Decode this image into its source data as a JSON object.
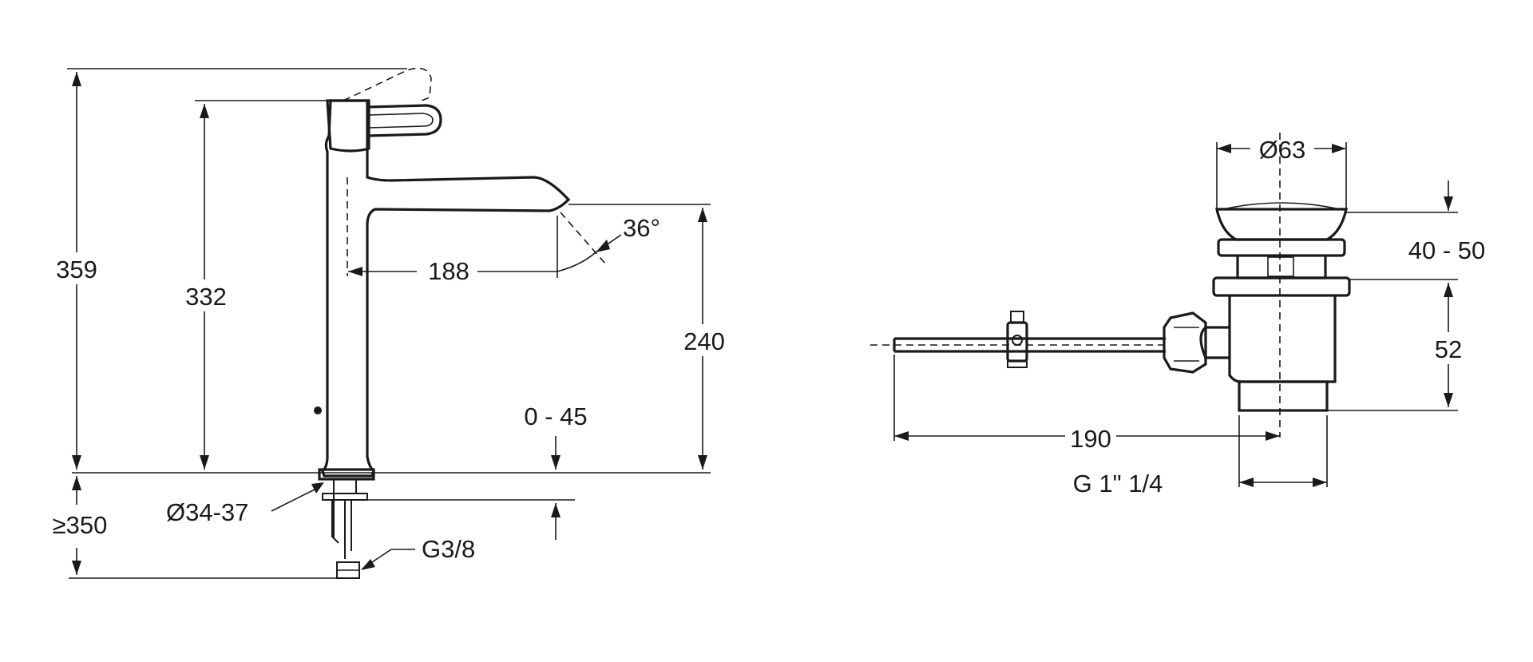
{
  "faucet": {
    "height_total": "359",
    "height_body": "332",
    "spout_reach": "188",
    "spout_angle": "36°",
    "spout_outlet_height": "240",
    "deck_thickness": "0 - 45",
    "below_deck_clearance": "≥350",
    "hole_diameter": "Ø34-37",
    "connection_thread": "G3/8"
  },
  "waste": {
    "plug_diameter": "Ø63",
    "height_adjust": "40 - 50",
    "body_height": "52",
    "rod_length": "190",
    "thread_size": "G 1\" 1/4"
  }
}
